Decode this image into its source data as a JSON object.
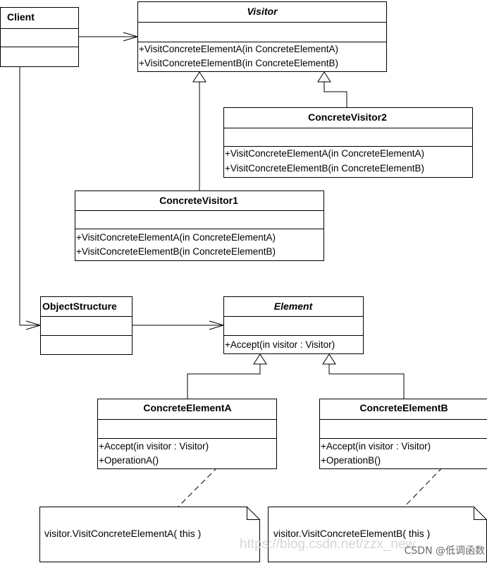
{
  "diagram": {
    "classes": {
      "client": {
        "name": "Client",
        "operations": []
      },
      "visitor": {
        "name": "Visitor",
        "abstract": true,
        "operations": [
          "+VisitConcreteElementA(in ConcreteElementA)",
          "+VisitConcreteElementB(in ConcreteElementB)"
        ]
      },
      "concrete_visitor2": {
        "name": "ConcreteVisitor2",
        "operations": [
          "+VisitConcreteElementA(in ConcreteElementA)",
          "+VisitConcreteElementB(in ConcreteElementB)"
        ]
      },
      "concrete_visitor1": {
        "name": "ConcreteVisitor1",
        "operations": [
          "+VisitConcreteElementA(in ConcreteElementA)",
          "+VisitConcreteElementB(in ConcreteElementB)"
        ]
      },
      "object_structure": {
        "name": "ObjectStructure",
        "operations": []
      },
      "element": {
        "name": "Element",
        "abstract": true,
        "operations": [
          "+Accept(in visitor : Visitor)"
        ]
      },
      "concrete_element_a": {
        "name": "ConcreteElementA",
        "operations": [
          "+Accept(in visitor : Visitor)",
          "+OperationA()"
        ]
      },
      "concrete_element_b": {
        "name": "ConcreteElementB",
        "operations": [
          "+Accept(in visitor : Visitor)",
          "+OperationB()"
        ]
      }
    },
    "notes": {
      "note_a": "visitor.VisitConcreteElementA( this )",
      "note_b": "visitor.VisitConcreteElementB( this )"
    }
  },
  "watermark": {
    "url": "https://blog.csdn.net/zzx_new",
    "credit": "CSDN @低调函数"
  }
}
